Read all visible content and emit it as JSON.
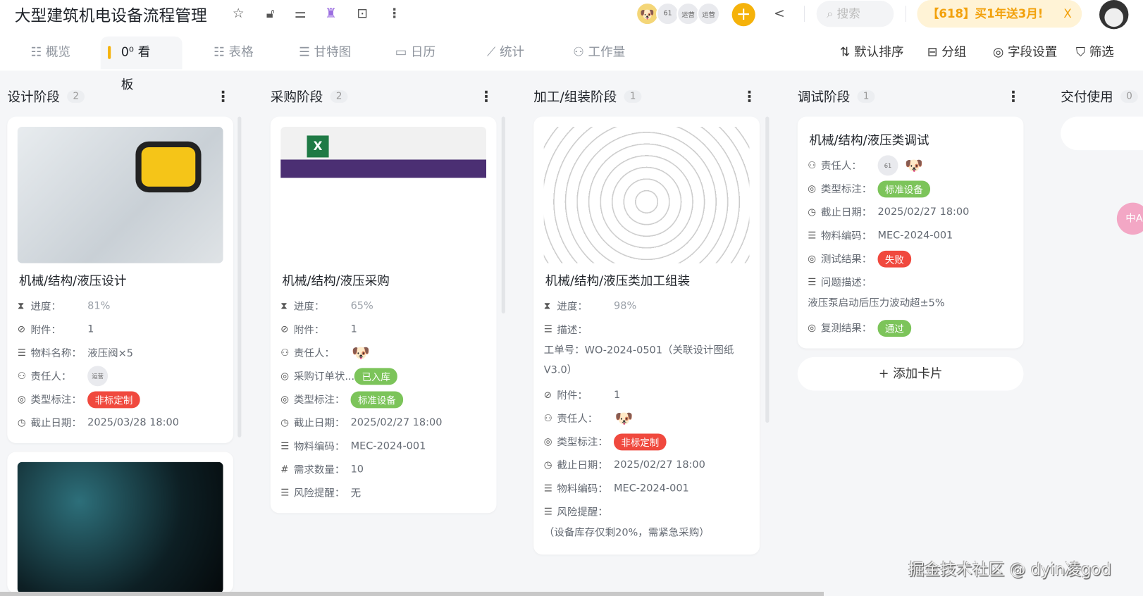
{
  "header": {
    "title": "大型建筑机电设备流程管理",
    "icons": [
      "star-icon",
      "lock-icon",
      "sliders-icon",
      "mascot-fire-icon",
      "robot-icon",
      "more-icon"
    ],
    "members": [
      "61",
      "运营",
      "运营"
    ],
    "search_placeholder": "搜索",
    "promo": "【618】买1年送3月!",
    "promo_close": "X"
  },
  "tabs": [
    {
      "icon": "☷",
      "label": "概览"
    },
    {
      "icon": "0⁰",
      "label": "看板"
    },
    {
      "icon": "☷",
      "label": "表格"
    },
    {
      "icon": "☰",
      "label": "甘特图"
    },
    {
      "icon": "▭",
      "label": "日历"
    },
    {
      "icon": "⟋",
      "label": "统计"
    },
    {
      "icon": "⚇",
      "label": "工作量"
    }
  ],
  "active_tab": 1,
  "toolbar": {
    "sort": "默认排序",
    "group": "分组",
    "fields": "字段设置",
    "filter": "筛选"
  },
  "colors": {
    "accent": "#f5b20a",
    "red": "#f0493e",
    "green": "#7cc45a"
  },
  "columns": [
    {
      "title": "设计阶段",
      "count": "2",
      "cards": [
        {
          "image": "blueprint",
          "title": "机械/结构/液压设计",
          "fields": [
            {
              "icon": "hourglass",
              "label": "进度：",
              "value": "81%",
              "muted": true
            },
            {
              "icon": "paperclip",
              "label": "附件：",
              "value": "1"
            },
            {
              "icon": "lines",
              "label": "物料名称：",
              "value": "液压阀×5"
            },
            {
              "icon": "user",
              "label": "责任人：",
              "avatars": [
                "运营"
              ]
            },
            {
              "icon": "target",
              "label": "类型标注：",
              "tag": "非标定制",
              "tagColor": "#f0493e"
            },
            {
              "icon": "clock",
              "label": "截止日期：",
              "value": "2025/03/28 18:00"
            }
          ]
        },
        {
          "image": "circuit",
          "title": "",
          "fields": []
        }
      ]
    },
    {
      "title": "采购阶段",
      "count": "2",
      "cards": [
        {
          "image": "contract",
          "title": "机械/结构/液压采购",
          "fields": [
            {
              "icon": "hourglass",
              "label": "进度：",
              "value": "65%",
              "muted": true
            },
            {
              "icon": "paperclip",
              "label": "附件：",
              "value": "1"
            },
            {
              "icon": "user",
              "label": "责任人：",
              "avatars": [
                "dog"
              ]
            },
            {
              "icon": "target",
              "label": "采购订单状...",
              "tag": "已入库",
              "tagColor": "#7cc45a"
            },
            {
              "icon": "target",
              "label": "类型标注：",
              "tag": "标准设备",
              "tagColor": "#7cc45a"
            },
            {
              "icon": "clock",
              "label": "截止日期：",
              "value": "2025/02/27 18:00"
            },
            {
              "icon": "lines",
              "label": "物料编码：",
              "value": "MEC-2024-001"
            },
            {
              "icon": "hash",
              "label": "需求数量：",
              "value": "10"
            },
            {
              "icon": "lines",
              "label": "风险提醒：",
              "value": "无"
            }
          ]
        }
      ]
    },
    {
      "title": "加工/组装阶段",
      "count": "1",
      "cards": [
        {
          "image": "gears",
          "title": "机械/结构/液压类加工组装",
          "fields": [
            {
              "icon": "hourglass",
              "label": "进度：",
              "value": "98%",
              "muted": true
            },
            {
              "icon": "lines",
              "label": "描述：",
              "text": "工单号：WO-2024-0501（关联设计图纸V3.0）"
            },
            {
              "icon": "paperclip",
              "label": "附件：",
              "value": "1"
            },
            {
              "icon": "user",
              "label": "责任人：",
              "avatars": [
                "dog"
              ]
            },
            {
              "icon": "target",
              "label": "类型标注：",
              "tag": "非标定制",
              "tagColor": "#f0493e"
            },
            {
              "icon": "clock",
              "label": "截止日期：",
              "value": "2025/02/27 18:00"
            },
            {
              "icon": "lines",
              "label": "物料编码：",
              "value": "MEC-2024-001"
            },
            {
              "icon": "lines",
              "label": "风险提醒：",
              "text": "（设备库存仅剩20%，需紧急采购）"
            }
          ]
        }
      ]
    },
    {
      "title": "调试阶段",
      "count": "1",
      "add_label": "添加卡片",
      "cards": [
        {
          "title": "机械/结构/液压类调试",
          "fields": [
            {
              "icon": "user",
              "label": "责任人：",
              "avatars": [
                "61",
                "dog"
              ]
            },
            {
              "icon": "target",
              "label": "类型标注：",
              "tag": "标准设备",
              "tagColor": "#7cc45a"
            },
            {
              "icon": "clock",
              "label": "截止日期：",
              "value": "2025/02/27 18:00"
            },
            {
              "icon": "lines",
              "label": "物料编码：",
              "value": "MEC-2024-001"
            },
            {
              "icon": "target",
              "label": "测试结果：",
              "tag": "失败",
              "tagColor": "#f0493e"
            },
            {
              "icon": "lines",
              "label": "问题描述：",
              "text": "液压泵启动后压力波动超±5%"
            },
            {
              "icon": "target",
              "label": "复测结果：",
              "tag": "通过",
              "tagColor": "#7cc45a"
            }
          ]
        }
      ]
    },
    {
      "title": "交付使用",
      "count": "0",
      "cards": []
    }
  ],
  "translate_badge": "中A",
  "watermark": "掘金技术社区 @ dyin凌god"
}
